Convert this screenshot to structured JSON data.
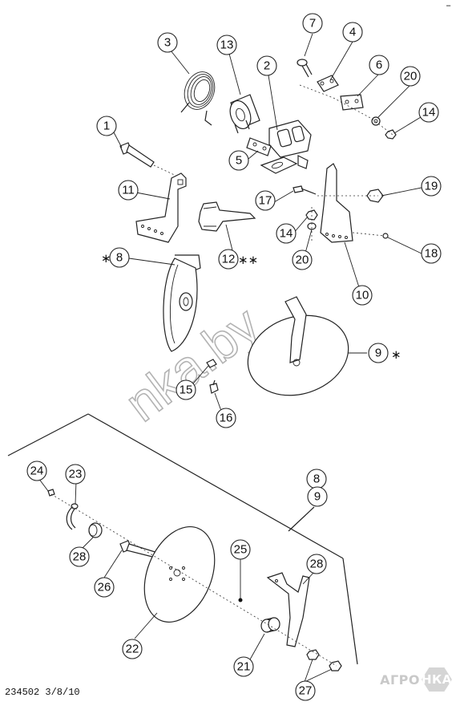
{
  "drawing_code": "234502  3/8/10",
  "watermark": "nka.by",
  "brand_logo": {
    "left": "АГРО",
    "right": "НКА"
  },
  "corner_mark": "–",
  "star_mark": "∗",
  "double_star_mark": "∗∗",
  "callouts": {
    "c1": "1",
    "c2": "2",
    "c3": "3",
    "c4": "4",
    "c5": "5",
    "c6": "6",
    "c7": "7",
    "c8": "8",
    "c9": "9",
    "c10": "10",
    "c11": "11",
    "c12": "12",
    "c13": "13",
    "c14a": "14",
    "c14b": "14",
    "c15": "15",
    "c16": "16",
    "c17": "17",
    "c18": "18",
    "c19": "19",
    "c20a": "20",
    "c20b": "20",
    "c21": "21",
    "c22": "22",
    "c23": "23",
    "c24": "24",
    "c25": "25",
    "c26": "26",
    "c27": "27",
    "c28a": "28",
    "c28b": "28",
    "c8b": "8",
    "c9b": "9"
  }
}
